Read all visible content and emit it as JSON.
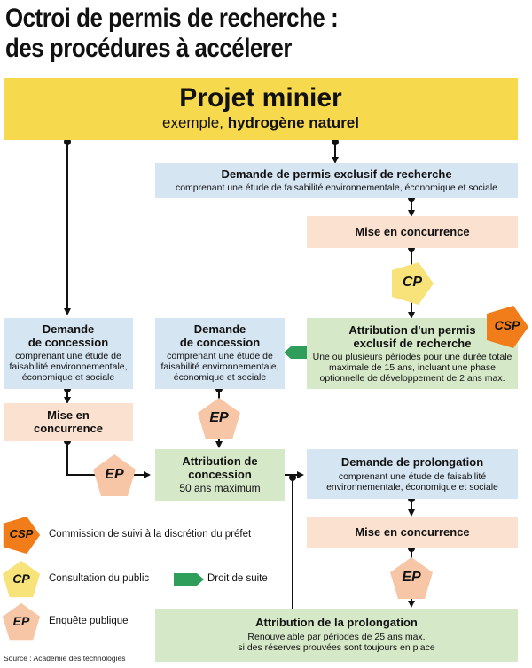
{
  "title": {
    "line1": "Octroi de permis de recherche :",
    "line2": "des procédures à accélerer"
  },
  "projet": {
    "title": "Projet minier",
    "subtitle_prefix": "exemple, ",
    "subtitle_bold": "hydrogène naturel"
  },
  "demande_permis": {
    "title": "Demande de permis exclusif de recherche",
    "subtitle": "comprenant une étude de faisabilité environnementale, économique et sociale"
  },
  "mise_concurrence_1": {
    "title": "Mise en concurrence"
  },
  "attribution_permis": {
    "title_line1": "Attribution d'un permis",
    "title_line2": "exclusif de recherche",
    "sub_line1": "Une ou plusieurs périodes pour une durée totale",
    "sub_line2": "maximale de 15 ans, incluant une phase",
    "sub_line3": "optionnelle de développement de 2 ans max."
  },
  "concession_left": {
    "title_line1": "Demande",
    "title_line2": "de concession",
    "sub_line1": "comprenant une étude de",
    "sub_line2": "faisabilité environnementale,",
    "sub_line3": "économique et sociale"
  },
  "concession_mid": {
    "title_line1": "Demande",
    "title_line2": "de concession",
    "sub_line1": "comprenant une étude de",
    "sub_line2": "faisabilité environnementale,",
    "sub_line3": "économique et sociale"
  },
  "mise_concurrence_2": {
    "title_line1": "Mise en",
    "title_line2": "concurrence"
  },
  "attribution_concession": {
    "title_line1": "Attribution de",
    "title_line2": "concession",
    "subtitle": "50 ans maximum"
  },
  "demande_prolongation": {
    "title": "Demande de prolongation",
    "sub_line1": "comprenant une étude de faisabilité",
    "sub_line2": "environnementale, économique et sociale"
  },
  "mise_concurrence_3": {
    "title": "Mise en concurrence"
  },
  "attribution_prolongation": {
    "title": "Attribution de la prolongation",
    "sub_line1": "Renouvelable par périodes de 25 ans max.",
    "sub_line2": "si des réserves prouvées sont toujours en place"
  },
  "badges": {
    "cp": "CP",
    "ep": "EP",
    "csp": "CSP"
  },
  "legend": {
    "csp": "Commission de suivi à la discrétion du préfet",
    "cp": "Consultation du public",
    "ep": "Enquête publique",
    "droit": "Droit de suite"
  },
  "source": "Source : Académie des technologies",
  "colors": {
    "yellow": "#f6d94c",
    "blue": "#d6e5f2",
    "peach": "#fae1d0",
    "green": "#d5e8c8",
    "csp_orange": "#f07d1a",
    "cp_yellow": "#f8e27a",
    "ep_peach": "#f6c6a6",
    "arrow_green": "#2e9e5a"
  }
}
